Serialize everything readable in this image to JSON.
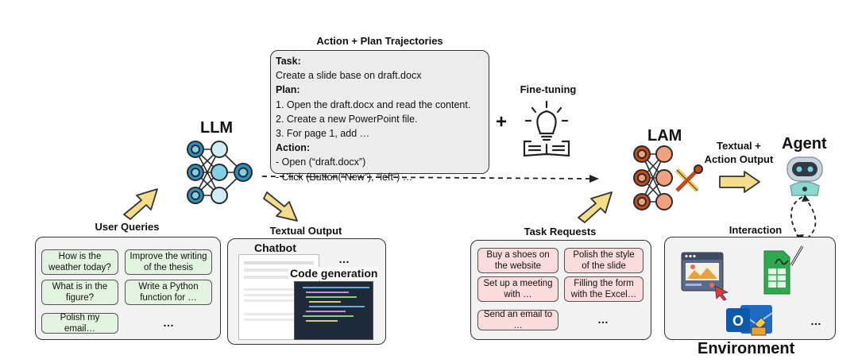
{
  "trajectories": {
    "title": "Action + Plan Trajectories",
    "lines": [
      {
        "text": "Task:",
        "bold": true
      },
      {
        "text": "Create a slide base on draft.docx",
        "bold": false
      },
      {
        "text": "Plan:",
        "bold": true
      },
      {
        "text": "1. Open the draft.docx and read the content.",
        "bold": false
      },
      {
        "text": "2. Create a new PowerPoint file.",
        "bold": false
      },
      {
        "text": "3. For page 1, add …",
        "bold": false
      },
      {
        "text": "Action:",
        "bold": true
      },
      {
        "text": "- Open (“draft.docx”)",
        "bold": false
      },
      {
        "text": "- Click (Button(“New”), “left”) …",
        "bold": false
      }
    ]
  },
  "llm": {
    "label": "LLM",
    "node_color": "#2b8fbf",
    "node_fill": "#7fd0e8"
  },
  "lam": {
    "label": "LAM",
    "node_color": "#c24a1c",
    "node_fill": "#f1a27d"
  },
  "plus": "+",
  "fine_tuning": "Fine-tuning",
  "user_queries": {
    "title": "User Queries",
    "items": [
      "How is the weather today?",
      "Improve the writing of the thesis",
      "What is in the figure?",
      "Write a Python function for …",
      "Polish my email…"
    ],
    "ellipsis": "…"
  },
  "textual_output": {
    "title": "Textual Output",
    "chatbot": "Chatbot",
    "code_generation": "Code generation",
    "ellipsis": "…"
  },
  "task_requests": {
    "title": "Task Requests",
    "items": [
      "Buy a shoes on the website",
      "Polish the style of the slide",
      "Set up a meeting with …",
      "Filling the form with the Excel…",
      "Send an email to …"
    ],
    "ellipsis": "…"
  },
  "textual_action_output": [
    "Textual +",
    "Action Output"
  ],
  "agent": "Agent",
  "interaction": "Interaction",
  "environment": {
    "title": "Environment",
    "ellipsis": "…"
  },
  "colors": {
    "arrow_fill": "#f3dc8a",
    "arrow_stroke": "#333333",
    "green_chip": "#e2f3df",
    "pink_chip": "#fbdcdc",
    "panel": "#f2f2f2"
  }
}
